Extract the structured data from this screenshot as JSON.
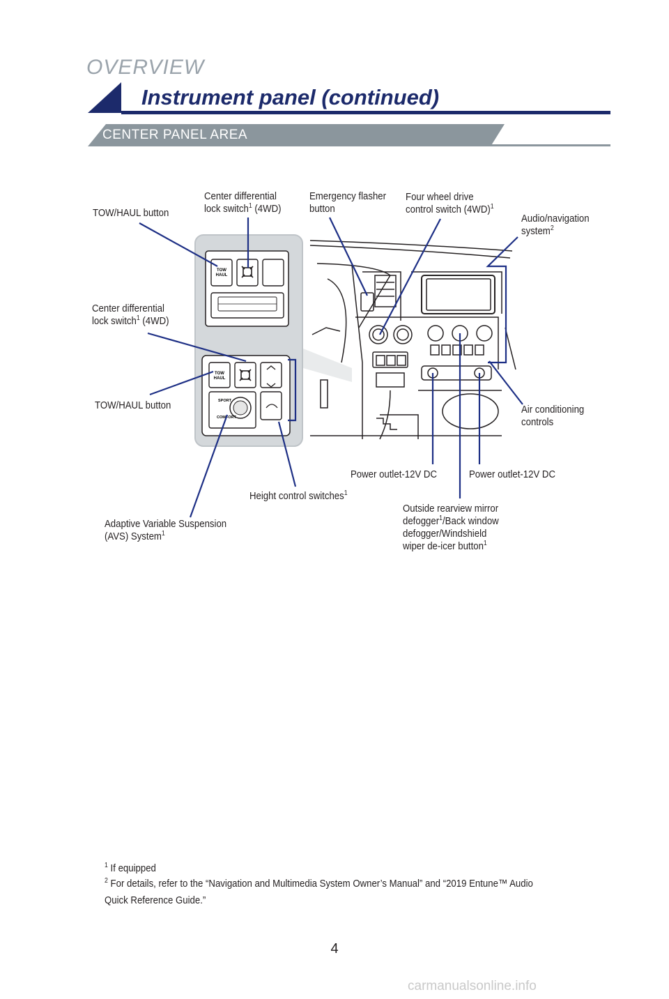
{
  "header": {
    "section": "OVERVIEW",
    "title": "Instrument panel (continued)",
    "subhead": "CENTER PANEL AREA"
  },
  "callouts": {
    "tow_haul_top": "TOW/HAUL button",
    "center_diff_top": "Center differential",
    "center_diff_top_2": "lock switch",
    "center_diff_top_sup": "1",
    "center_diff_top_tail": " (4WD)",
    "emergency": "Emergency flasher",
    "emergency_2": "button",
    "four_wheel": "Four wheel drive",
    "four_wheel_2": "control switch (4WD)",
    "four_wheel_sup": "1",
    "audio": "Audio/navigation",
    "audio_2": "system",
    "audio_sup": "2",
    "center_diff_left": "Center differential",
    "center_diff_left_2": "lock switch",
    "center_diff_left_sup": "1",
    "center_diff_left_tail": " (4WD)",
    "tow_haul_left": "TOW/HAUL button",
    "air_cond": "Air conditioning",
    "air_cond_2": "controls",
    "power_left": "Power outlet-12V DC",
    "power_right": "Power outlet-12V DC",
    "height": "Height control switches",
    "height_sup": "1",
    "outside_mirror": "Outside rearview mirror",
    "outside_mirror_2": "defogger",
    "outside_mirror_sup": "1",
    "outside_mirror_2b": "/Back window",
    "outside_mirror_3": "defogger/Windshield",
    "outside_mirror_4": "wiper de-icer button",
    "outside_mirror_4_sup": "1",
    "avs": "Adaptive Variable Suspension",
    "avs_2": "(AVS) System",
    "avs_sup": "1"
  },
  "inset_labels": {
    "tow": "TOW",
    "haul": "HAUL",
    "sport": "SPORT",
    "comfort": "COMFORT"
  },
  "footnotes": {
    "f1_mark": "1",
    "f1": " If equipped",
    "f2_mark": "2",
    "f2": " For details, refer to the “Navigation and Multimedia System Owner’s Manual” and “2019 Entune™ Audio",
    "f2_cont": "Quick Reference Guide.”"
  },
  "page_number": "4",
  "watermark": "carmanualsonline.info",
  "colors": {
    "accent_blue": "#1c2a6b",
    "gray_bar": "#8b969d",
    "inset_gray": "#bfc4c8",
    "leader_line": "#1d2f85"
  }
}
